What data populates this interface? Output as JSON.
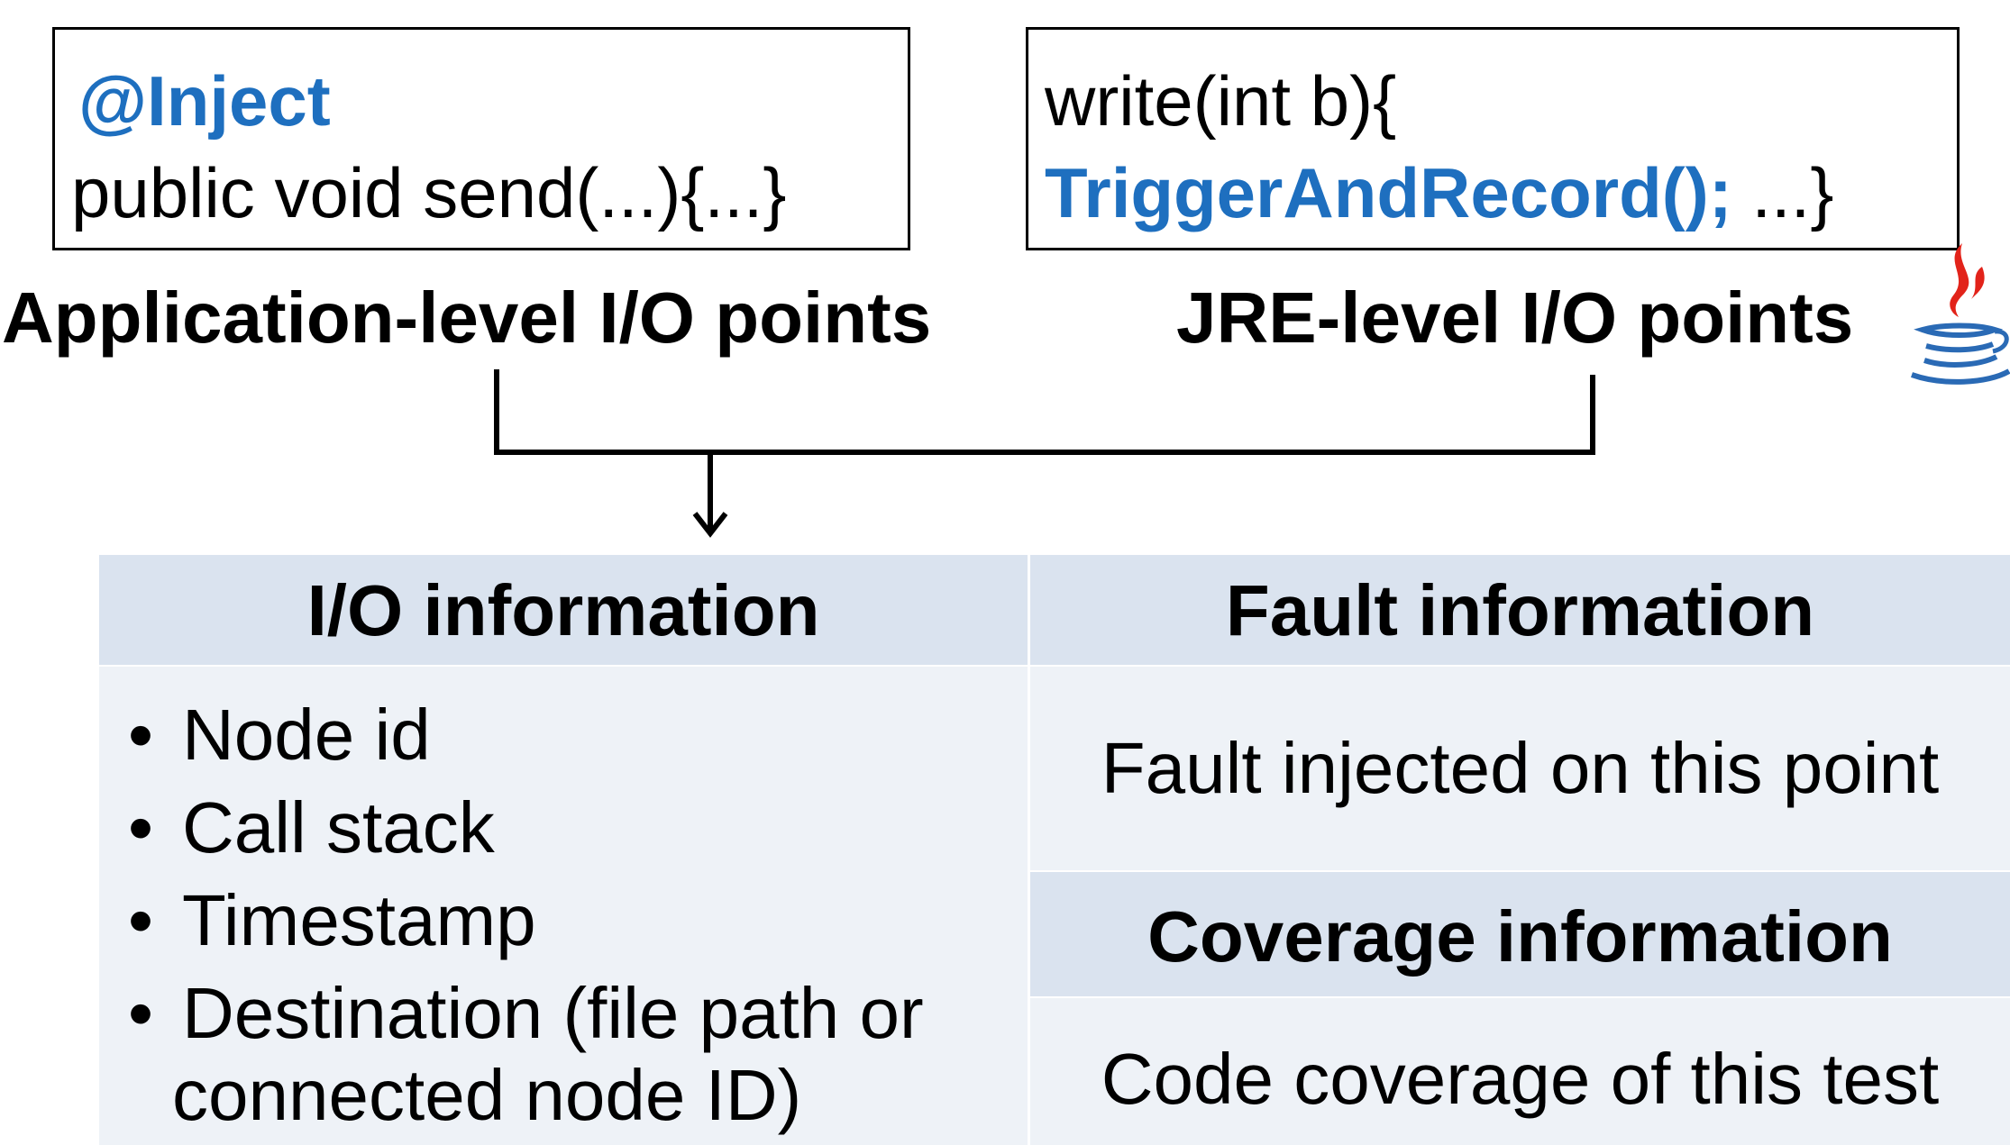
{
  "app_box": {
    "annotation": "@Inject",
    "code": "public void send(...){...}"
  },
  "jre_box": {
    "line1": "write(int b){",
    "call": "TriggerAndRecord();",
    "rest": " ...}"
  },
  "labels": {
    "app_level": "Application-level I/O points",
    "jre_level": "JRE-level I/O points"
  },
  "table": {
    "io_header": "I/O information",
    "io_items": [
      "Node id",
      "Call stack",
      "Timestamp",
      "Destination (file path or",
      "connected node ID)"
    ],
    "fault_header": "Fault information",
    "fault_body": "Fault injected on this point",
    "coverage_header": "Coverage information",
    "coverage_body": "Code coverage of this test"
  },
  "icons": {
    "java": "java-logo-icon"
  },
  "colors": {
    "accent_blue": "#1e6fbf",
    "header_fill": "#dae3ef",
    "body_fill": "#eef2f7"
  }
}
